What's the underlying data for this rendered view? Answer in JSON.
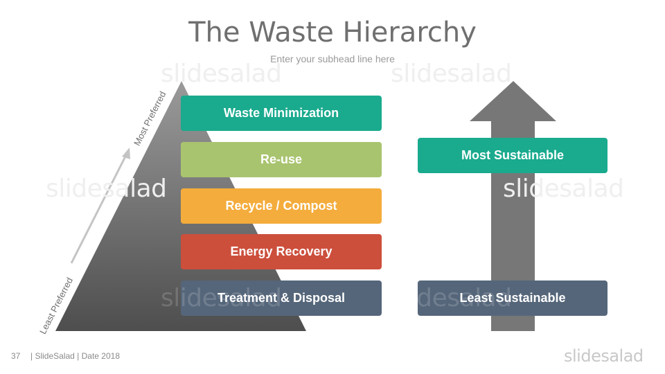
{
  "slide": {
    "title": "The Waste Hierarchy",
    "subtitle": "Enter your subhead line here",
    "most_preferred": "Most Preferred",
    "least_preferred": "Least Preferred"
  },
  "tiers": [
    {
      "label": "Waste Minimization",
      "color": "#1aaa8e"
    },
    {
      "label": "Re-use",
      "color": "#a9c46f"
    },
    {
      "label": "Recycle / Compost",
      "color": "#f4ac3c"
    },
    {
      "label": "Energy Recovery",
      "color": "#cc4f3c"
    },
    {
      "label": "Treatment & Disposal",
      "color": "#55667a"
    }
  ],
  "sustainability": {
    "most": {
      "label": "Most Sustainable",
      "color": "#1aaa8e"
    },
    "least": {
      "label": "Least Sustainable",
      "color": "#55667a"
    }
  },
  "watermark": "slidesalad",
  "footer": {
    "page_number": "37",
    "text": "| SlideSalad | Date 2018",
    "brand": "slidesalad"
  }
}
